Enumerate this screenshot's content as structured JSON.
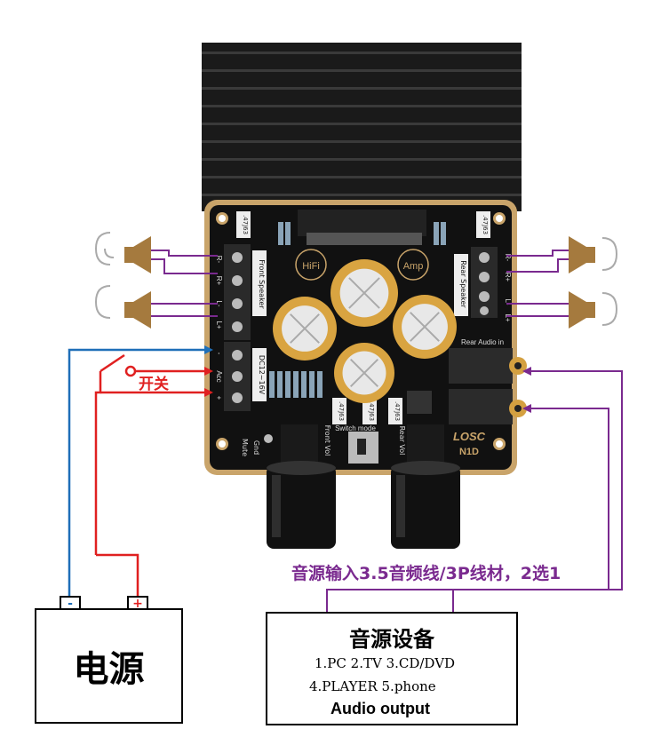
{
  "colors": {
    "negative_wire": "#1f6fb8",
    "positive_wire": "#e02020",
    "signal_wire": "#7a2a8f",
    "board": "#c9a46a",
    "pcb": "#111111",
    "heatsink": "#1a1a1a",
    "capacitor": "#d9a441"
  },
  "board": {
    "top_labels": {
      "hifi": "HiFi",
      "amp": "Amp",
      "left_chip": ".47J63",
      "right_chip": ".47J63"
    },
    "left_labels": {
      "front_speaker": "Front Speaker",
      "dc_input": "DC12~16V",
      "r_minus": "R-",
      "r_plus": "R+",
      "l_minus": "L-",
      "l_plus": "L+",
      "minus": "-",
      "acc": "Acc",
      "plus": "+"
    },
    "right_labels": {
      "rear_speaker": "Rear Speaker",
      "rear_audio_in": "Rear Audio in",
      "r_minus": "R-",
      "r_plus": "R+",
      "l_minus": "L-",
      "l_plus": "L+"
    },
    "bottom_labels": {
      "front_vol": "Front Vol",
      "rear_vol": "Rear Vol",
      "mode": "Switch mode",
      "mute": "Mute",
      "gnd": "Gnd",
      "brand": "LOSC",
      "model": "N1D",
      "cap1": ".47J63",
      "cap2": ".47J63",
      "cap3": ".47J63"
    }
  },
  "power": {
    "label": "电源",
    "negative": "-",
    "positive": "+"
  },
  "switch_label": "开关",
  "input_caption": "音源输入3.5音频线/3P线材，2选1",
  "source_device": {
    "title": "音源设备",
    "line1": "1.PC   2.TV   3.CD/DVD",
    "line2": "4.PLAYER   5.phone",
    "line3": "Audio output"
  },
  "icons": {
    "speakers": [
      "speaker-icon",
      "speaker-icon",
      "speaker-icon",
      "speaker-icon"
    ]
  }
}
